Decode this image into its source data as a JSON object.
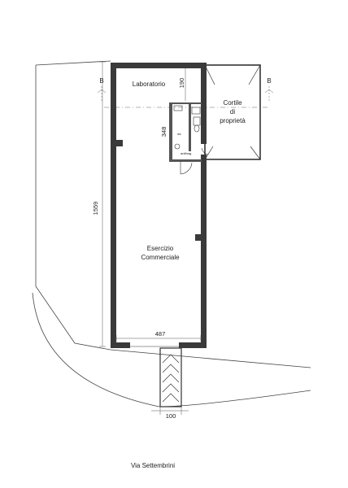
{
  "rooms": {
    "laboratorio": "Laboratorio",
    "cortile": [
      "Cortile",
      "di",
      "proprietà"
    ],
    "esercizio": [
      "Esercizio",
      "Commerciale"
    ],
    "wc": "wc",
    "antibagno": "antibag."
  },
  "dimensions": {
    "width_interior": "487",
    "height_overall": "1559",
    "wc_block": "348",
    "lab_depth": "190",
    "entrance_width": "100"
  },
  "section_markers": [
    "B",
    "B"
  ],
  "street": "Via Settembrini"
}
